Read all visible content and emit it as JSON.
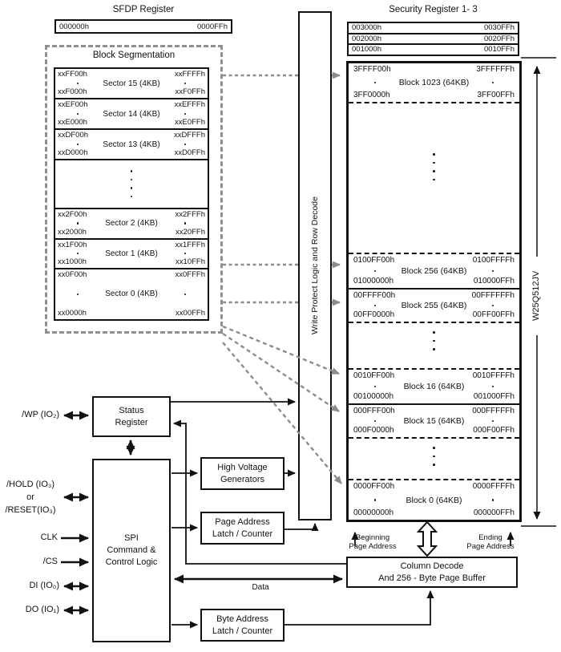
{
  "titles": {
    "sfdp": "SFDP Register",
    "security": "Security Register 1- 3",
    "segmentation": "Block Segmentation"
  },
  "sfdp": {
    "start": "000000h",
    "end": "0000FFh"
  },
  "security": {
    "rows": [
      {
        "start": "003000h",
        "end": "0030FFh"
      },
      {
        "start": "002000h",
        "end": "0020FFh"
      },
      {
        "start": "001000h",
        "end": "0010FFh"
      }
    ]
  },
  "sectors": [
    {
      "label": "Sector 15 (4KB)",
      "tl": "xxFF00h",
      "tr": "xxFFFFh",
      "bl": "xxF000h",
      "br": "xxF0FFh"
    },
    {
      "label": "Sector 14 (4KB)",
      "tl": "xxEF00h",
      "tr": "xxEFFFh",
      "bl": "xxE000h",
      "br": "xxE0FFh"
    },
    {
      "label": "Sector 13 (4KB)",
      "tl": "xxDF00h",
      "tr": "xxDFFFh",
      "bl": "xxD000h",
      "br": "xxD0FFh"
    },
    {
      "label": "Sector 2 (4KB)",
      "tl": "xx2F00h",
      "tr": "xx2FFFh",
      "bl": "xx2000h",
      "br": "xx20FFh"
    },
    {
      "label": "Sector 1 (4KB)",
      "tl": "xx1F00h",
      "tr": "xx1FFFh",
      "bl": "xx1000h",
      "br": "xx10FFh"
    },
    {
      "label": "Sector 0 (4KB)",
      "tl": "xx0F00h",
      "tr": "xx0FFFh",
      "bl": "xx0000h",
      "br": "xx00FFh"
    }
  ],
  "blocks": [
    {
      "label": "Block 1023 (64KB)",
      "tl": "3FFFF00h",
      "tr": "3FFFFFFh",
      "bl": "3FF0000h",
      "br": "3FF00FFh"
    },
    {
      "label": "Block 256 (64KB)",
      "tl": "0100FF00h",
      "tr": "0100FFFFh",
      "bl": "01000000h",
      "br": "010000FFh"
    },
    {
      "label": "Block 255 (64KB)",
      "tl": "00FFFF00h",
      "tr": "00FFFFFFh",
      "bl": "00FF0000h",
      "br": "00FF00FFh"
    },
    {
      "label": "Block 16 (64KB)",
      "tl": "0010FF00h",
      "tr": "0010FFFFh",
      "bl": "00100000h",
      "br": "001000FFh"
    },
    {
      "label": "Block 15 (64KB)",
      "tl": "000FFF00h",
      "tr": "000FFFFFh",
      "bl": "000F0000h",
      "br": "000F00FFh"
    },
    {
      "label": "Block 0 (64KB)",
      "tl": "0000FF00h",
      "tr": "0000FFFFh",
      "bl": "00000000h",
      "br": "000000FFh"
    }
  ],
  "boxes": {
    "status": "Status\nRegister",
    "spi": "SPI\nCommand &\nControl Logic",
    "hv": "High Voltage\nGenerators",
    "page_addr": "Page Address\nLatch / Counter",
    "byte_addr": "Byte Address\nLatch / Counter",
    "col_decode": "Column Decode\nAnd 256 - Byte Page Buffer",
    "write_protect": "Write Protect Logic and Row Decode"
  },
  "signals": {
    "wp": "/WP (IO₂)",
    "hold": "/HOLD (IO₃)\nor\n/RESET(IO₃)",
    "clk": "CLK",
    "cs": "/CS",
    "di": "DI (IO₀)",
    "do": "DO (IO₁)"
  },
  "labels": {
    "data": "Data",
    "beginning": "Beginning\nPage Address",
    "ending": "Ending\nPage Address",
    "chip": "W25Q512JV"
  },
  "colors": {
    "line": "#111111",
    "dashed_arrow": "#8c8c8c"
  }
}
